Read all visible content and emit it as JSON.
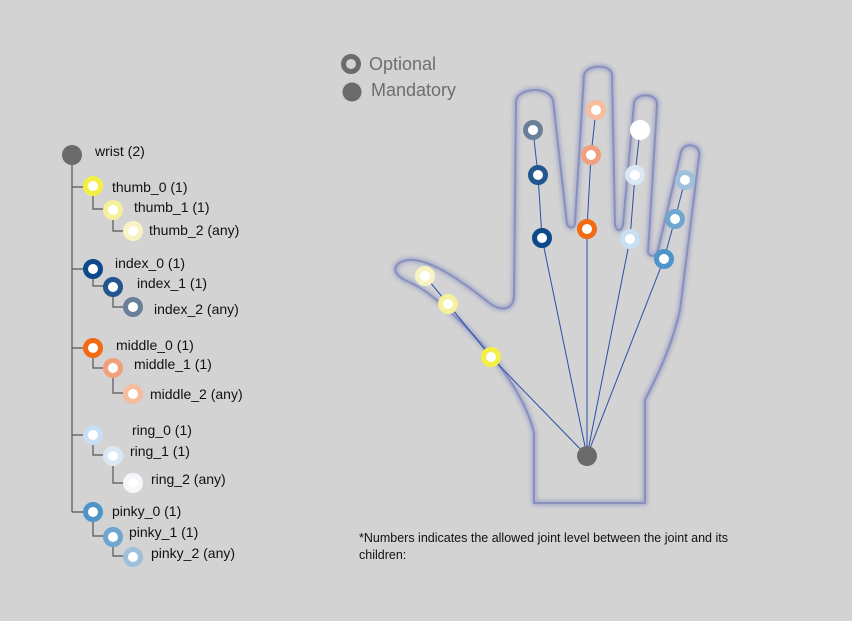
{
  "legend": {
    "optional": "Optional",
    "mandatory": "Mandatory"
  },
  "tree": {
    "root": "wrist (2)",
    "groups": [
      {
        "name": "thumb",
        "labels": [
          "thumb_0 (1)",
          "thumb_1 (1)",
          "thumb_2 (any)"
        ],
        "colors": [
          "#f4ef45",
          "#f5f09a",
          "#f7f3c4"
        ]
      },
      {
        "name": "index",
        "labels": [
          "index_0 (1)",
          "index_1 (1)",
          "index_2 (any)"
        ],
        "colors": [
          "#0d4a8c",
          "#23568e",
          "#6a8099"
        ]
      },
      {
        "name": "middle",
        "labels": [
          "middle_0 (1)",
          "middle_1 (1)",
          "middle_2 (any)"
        ],
        "colors": [
          "#f26a14",
          "#f0a07c",
          "#f5bc9d"
        ]
      },
      {
        "name": "ring",
        "labels": [
          "ring_0 (1)",
          "ring_1 (1)",
          "ring_2 (any)"
        ],
        "colors": [
          "#c8def2",
          "#dae8f5",
          "#f5f7fa"
        ]
      },
      {
        "name": "pinky",
        "labels": [
          "pinky_0 (1)",
          "pinky_1 (1)",
          "pinky_2 (any)"
        ],
        "colors": [
          "#4e94c8",
          "#6fa6cf",
          "#9fc0da"
        ]
      }
    ]
  },
  "colors": {
    "mandatory": "#6b6b6b",
    "line": "#2a4fa8",
    "hand_outline": "#9aa0c8",
    "tree_line": "#555555"
  },
  "note": "*Numbers indicates the allowed joint level between the joint and its children:"
}
